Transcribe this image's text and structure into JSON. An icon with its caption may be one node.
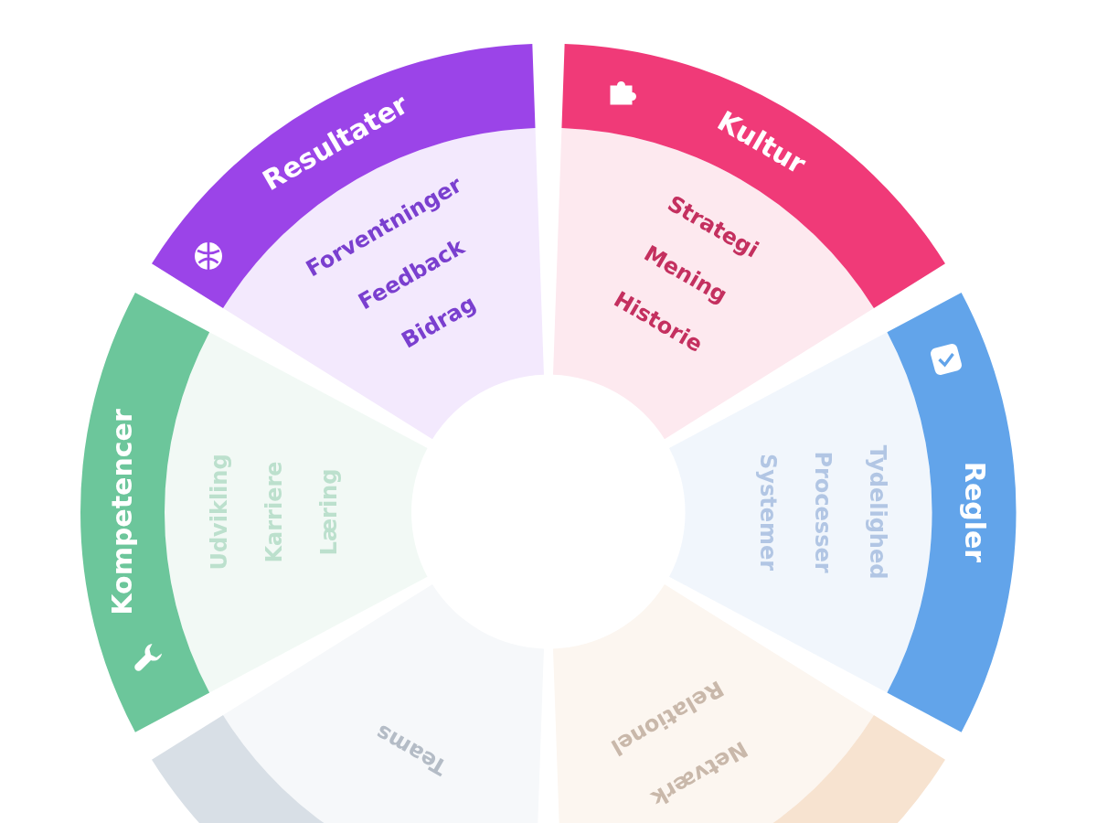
{
  "diagram": {
    "nodes": [
      {
        "text": [
          "Resultater",
          "Forventninger",
          "Feedback",
          "Bidrag"
        ]
      },
      {
        "text": [
          "Kultur",
          "Strategi",
          "Mening",
          "Historie"
        ]
      },
      {
        "text": [
          "Kompetencer",
          "Udvikling",
          "Karriere",
          "Læring"
        ]
      },
      {
        "text": [
          "Regler",
          "Tydelighed",
          "Processer",
          "Systemer"
        ]
      },
      {
        "text": [
          "Teams"
        ]
      },
      {
        "text": [
          "Netværk",
          "Relationel"
        ]
      }
    ]
  }
}
